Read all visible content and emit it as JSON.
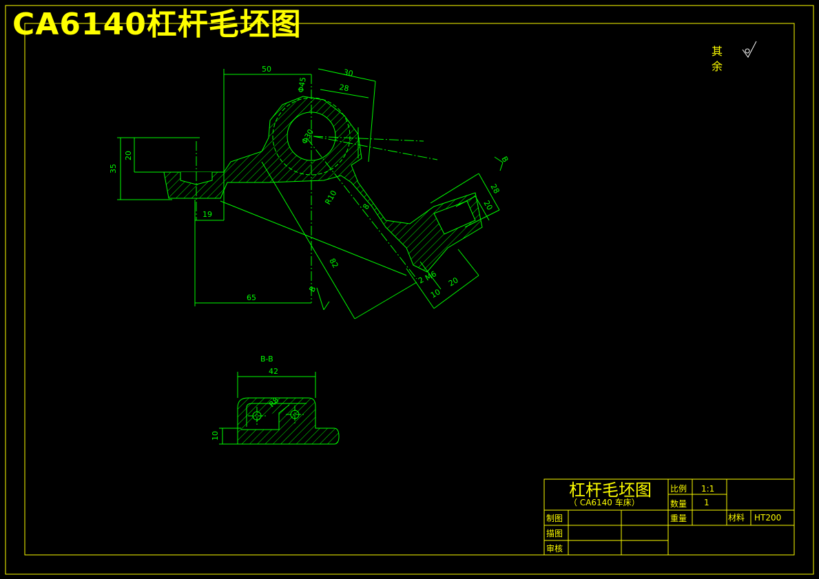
{
  "drawing": {
    "title": "CA6140杠杆毛坯图",
    "roughness_note": [
      "其",
      "余"
    ],
    "section_label": "B-B",
    "section_marks": [
      "B",
      "B"
    ],
    "dimensions": {
      "d50": "50",
      "d30": "30",
      "d28a": "28",
      "phi45": "Φ45",
      "phi30": "Φ30",
      "d20": "20",
      "d35": "35",
      "d19": "19",
      "d65": "65",
      "r10": "R10",
      "d8": "8",
      "d82": "82",
      "d28b": "28",
      "d20b": "20",
      "d2": "2",
      "m6": "M6",
      "d10": "10",
      "d20c": "20",
      "d42": "42",
      "r8": "R8",
      "d10b": "10"
    }
  },
  "title_block": {
    "part_name": "杠杆毛坯图",
    "part_sub": "（ CA6140 车床）",
    "scale_label": "比例",
    "scale_value": "1:1",
    "qty_label": "数量",
    "qty_value": "1",
    "drawn_label": "制图",
    "weight_label": "重量",
    "material_label": "材料",
    "material_value": "HT200",
    "traced_label": "描图",
    "checked_label": "审核"
  },
  "colors": {
    "frame": "#ffff00",
    "geometry": "#00ff00",
    "background": "#000000"
  }
}
